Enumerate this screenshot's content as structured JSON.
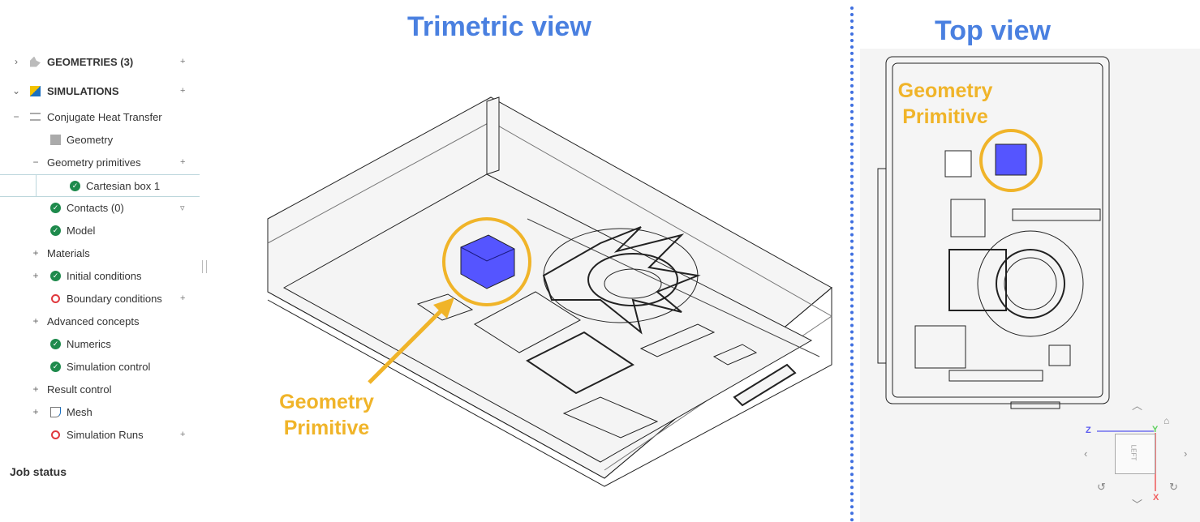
{
  "tree": {
    "geometries": {
      "label": "GEOMETRIES (3)",
      "add": "+",
      "toggle": "›"
    },
    "simulations": {
      "label": "SIMULATIONS",
      "add": "+",
      "toggle": "⌄"
    },
    "items": [
      {
        "label": "Conjugate Heat Transfer",
        "toggle": "−"
      },
      {
        "label": "Geometry"
      },
      {
        "label": "Geometry primitives",
        "toggle": "−",
        "add": "+"
      },
      {
        "label": "Cartesian box 1",
        "status": "ok"
      },
      {
        "label": "Contacts (0)",
        "status": "ok",
        "filter": "▿"
      },
      {
        "label": "Model",
        "status": "ok"
      },
      {
        "label": "Materials",
        "toggle": "+"
      },
      {
        "label": "Initial conditions",
        "toggle": "+",
        "status": "ok"
      },
      {
        "label": "Boundary conditions",
        "status": "error",
        "add": "+"
      },
      {
        "label": "Advanced concepts",
        "toggle": "+"
      },
      {
        "label": "Numerics",
        "status": "ok"
      },
      {
        "label": "Simulation control",
        "status": "ok"
      },
      {
        "label": "Result control",
        "toggle": "+"
      },
      {
        "label": "Mesh",
        "toggle": "+"
      },
      {
        "label": "Simulation Runs",
        "status": "error",
        "add": "+"
      }
    ]
  },
  "job_status": "Job status",
  "views": {
    "trimetric_title": "Trimetric view",
    "top_title": "Top view",
    "annotation_line1": "Geometry",
    "annotation_line2": "Primitive"
  },
  "view_cube": {
    "face": "LEFT",
    "axis_z": "Z",
    "axis_y": "Y",
    "axis_x": "X"
  },
  "colors": {
    "accent": "#4a80e0",
    "highlight": "#f0b429",
    "primitive": "#5555ff",
    "ok": "#1e8a4c",
    "error": "#e0393e"
  }
}
